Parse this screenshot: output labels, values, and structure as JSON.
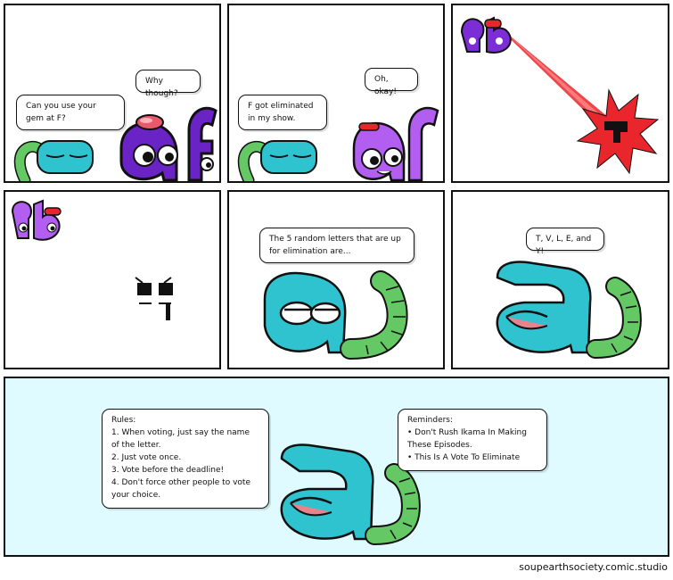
{
  "panels": {
    "p1": {
      "bubble_left": "Can you use your gem at F?",
      "bubble_right": "Why though?"
    },
    "p2": {
      "bubble_left": "F got eliminated in my show.",
      "bubble_right": "Oh, okay!"
    },
    "p5": {
      "bubble": "The 5 random letters that are up for elimination are..."
    },
    "p6": {
      "bubble": "T, V, L, E, and Y!"
    },
    "p7": {
      "rules": [
        "Rules:",
        "1. When voting, just say the name of the letter.",
        "2. Just vote once.",
        "3. Vote before the deadline!",
        "4. Don't force other people to vote your choice."
      ],
      "reminders": [
        "Reminders:",
        "• Don't Rush Ikama In Making These Episodes.",
        "• This Is A Vote To Eliminate"
      ]
    }
  },
  "footer": {
    "credit": "soupearthsociety.comic.studio"
  },
  "colors": {
    "teal": "#2fc2cf",
    "green": "#64c964",
    "purple": "#7b2ed6",
    "violet": "#b25ef0",
    "red": "#e8262b",
    "panel_bg_light_blue": "#e0fbff"
  }
}
